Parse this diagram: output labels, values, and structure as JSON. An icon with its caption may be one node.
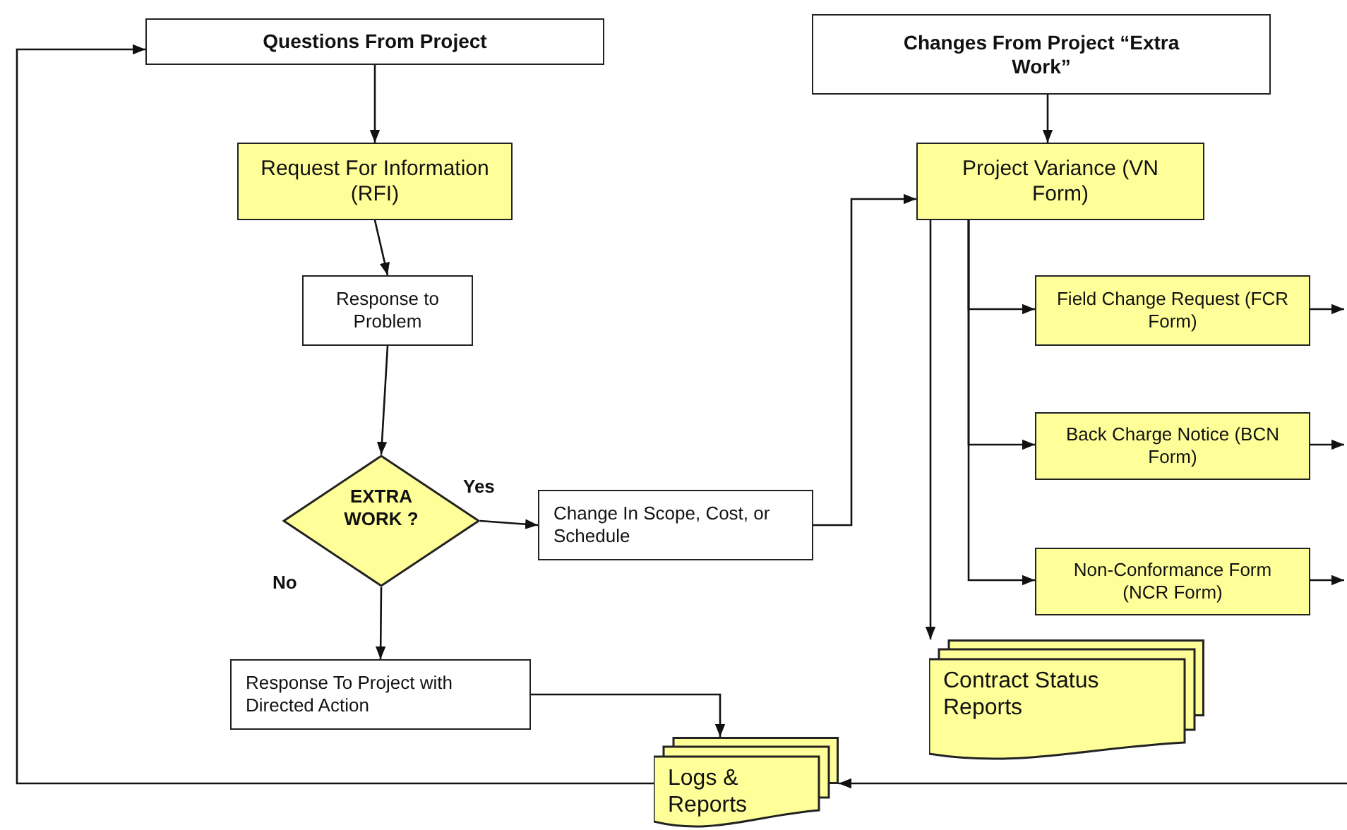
{
  "diagram": {
    "nodes": [
      {
        "text": [
          "Questions From Project"
        ]
      },
      {
        "text": [
          "Changes From Project “Extra Work”"
        ]
      },
      {
        "text": [
          "Request For Information (RFI)"
        ]
      },
      {
        "text": [
          "Project Variance (VN Form)"
        ]
      },
      {
        "text": [
          "Response to Problem"
        ]
      },
      {
        "text": [
          "EXTRA WORK ?"
        ]
      },
      {
        "text": [
          "Change In Scope, Cost, or Schedule"
        ]
      },
      {
        "text": [
          "Field Change Request (FCR Form)"
        ]
      },
      {
        "text": [
          "Back Charge Notice (BCN Form)"
        ]
      },
      {
        "text": [
          "Non-Conformance Form (NCR Form)"
        ]
      },
      {
        "text": [
          "Response To Project with Directed Action"
        ]
      },
      {
        "text": [
          "Contract Status Reports"
        ]
      },
      {
        "text": [
          "Logs & Reports"
        ]
      }
    ],
    "edges": [
      {
        "from": 0,
        "to": 2,
        "arrow": "to"
      },
      {
        "from": 2,
        "to": 4,
        "arrow": "to"
      },
      {
        "from": 4,
        "to": 5,
        "arrow": "to"
      },
      {
        "from": 5,
        "to": 6,
        "arrow": "to",
        "label": "Yes"
      },
      {
        "from": 5,
        "to": 10,
        "arrow": "to",
        "label": "No"
      },
      {
        "from": 6,
        "to": 3,
        "arrow": "to"
      },
      {
        "from": 1,
        "to": 3,
        "arrow": "to"
      },
      {
        "from": 3,
        "to": 7,
        "arrow": "to"
      },
      {
        "from": 3,
        "to": 8,
        "arrow": "to"
      },
      {
        "from": 3,
        "to": 9,
        "arrow": "to"
      },
      {
        "from": 3,
        "to": 11,
        "arrow": "to"
      },
      {
        "from": 10,
        "to": 12,
        "arrow": "to"
      },
      {
        "from": 7,
        "to": null,
        "arrow": "to"
      },
      {
        "from": 8,
        "to": null,
        "arrow": "to"
      },
      {
        "from": 9,
        "to": null,
        "arrow": "to"
      },
      {
        "from": null,
        "to": 12,
        "arrow": "to"
      },
      {
        "from": 12,
        "to": 0,
        "arrow": "to"
      }
    ]
  }
}
